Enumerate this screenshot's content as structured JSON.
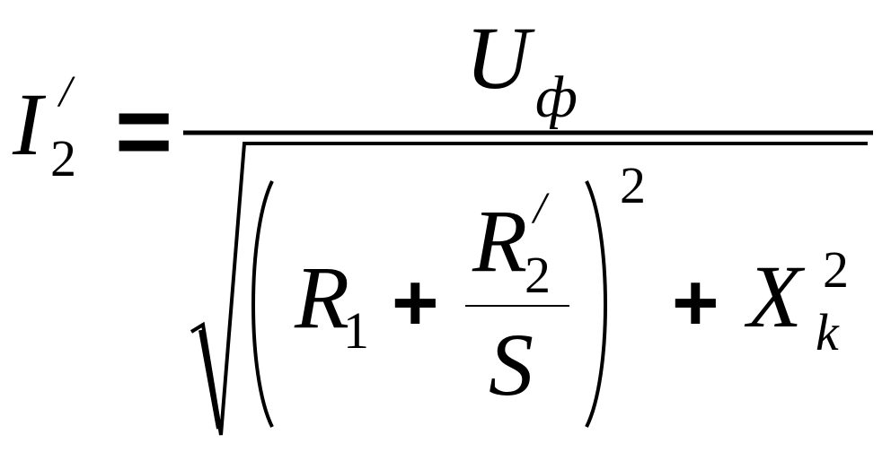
{
  "formula": {
    "lhs": {
      "symbol": "I",
      "prime": "/",
      "subscript": "2"
    },
    "equals": "=",
    "numerator": {
      "symbol": "U",
      "subscript": "ф"
    },
    "denominator": {
      "r1_symbol": "R",
      "r1_subscript": "1",
      "plus_1": "+",
      "frac_num_symbol": "R",
      "frac_num_prime": "/",
      "frac_num_subscript": "2",
      "frac_den_symbol": "S",
      "paren_exponent": "2",
      "plus_2": "+",
      "x_symbol": "X",
      "x_subscript": "k",
      "x_exponent": "2"
    }
  }
}
